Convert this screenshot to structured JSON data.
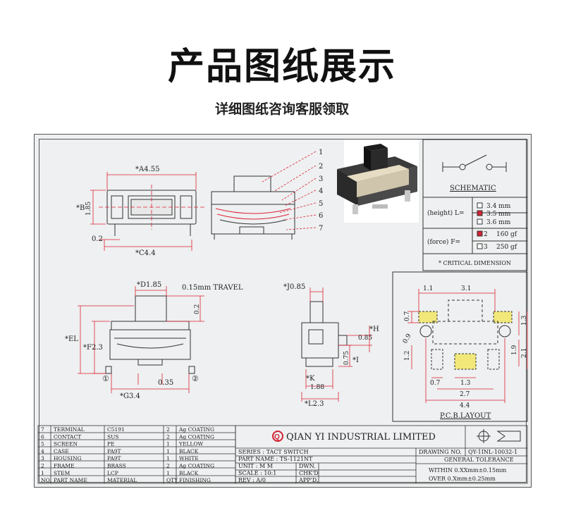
{
  "header": {
    "title": "产品图纸展示",
    "subtitle": "详细图纸咨询客服领取"
  },
  "drawing": {
    "top_view": {
      "dim_a": "*A4.55",
      "dim_b": "*B",
      "dim_b_val": "1.85",
      "dim_c": "*C4.4",
      "dim_pin": "0.2"
    },
    "callouts": [
      "1",
      "2",
      "3",
      "4",
      "5",
      "6",
      "7"
    ],
    "front_view": {
      "dim_d": "*D1.85",
      "travel": "0.15mm  TRAVEL",
      "dim_02": "0.2",
      "dim_e": "*EL",
      "dim_f": "*F2.3",
      "dim_035": "0.35",
      "dim_g": "*G3.4",
      "mark_1": "①",
      "mark_2": "②"
    },
    "side_view": {
      "dim_j": "*J0.85",
      "dim_h": "*H",
      "dim_085": "0.85",
      "dim_075": "0.75",
      "dim_i": "*I",
      "dim_k": "*K",
      "dim_188": "1.88",
      "dim_l": "*L2.3"
    },
    "schematic": {
      "label": "SCHEMATIC",
      "height_label": "(height) L=",
      "force_label": "(force) F=",
      "heights": [
        {
          "val": "3.4 mm",
          "selected": false
        },
        {
          "val": "3.5 mm",
          "selected": true
        },
        {
          "val": "3.6 mm",
          "selected": false
        }
      ],
      "forces": [
        {
          "num": "2",
          "val": "160 gf",
          "selected": true
        },
        {
          "num": "3",
          "val": "250 gf",
          "selected": false
        }
      ],
      "critical": "* CRITICAL  DIMENSION"
    },
    "pcb": {
      "dims_top": [
        "1.1",
        "3.1"
      ],
      "left": [
        "0.7",
        "0.9",
        "1.2"
      ],
      "right": [
        "1.3",
        "1.9",
        "2.1"
      ],
      "bottom": [
        "0.7",
        "1.3",
        "2.7",
        "4.4"
      ],
      "label": "P.C.B.LAYOUT"
    },
    "bom": [
      {
        "no": "7",
        "part": "TERMINAL",
        "material": "C5191",
        "qty": "2",
        "finish": "Ag COATING"
      },
      {
        "no": "6",
        "part": "CONTACT",
        "material": "SUS",
        "qty": "2",
        "finish": "Ag COATING"
      },
      {
        "no": "5",
        "part": "SCREEN",
        "material": "PE",
        "qty": "1",
        "finish": "YELLOW"
      },
      {
        "no": "4",
        "part": "CASE",
        "material": "PA9T",
        "qty": "1",
        "finish": "BLACK"
      },
      {
        "no": "3",
        "part": "HOUSING",
        "material": "PA9T",
        "qty": "1",
        "finish": "WHITE"
      },
      {
        "no": "2",
        "part": "FRAME",
        "material": "BRASS",
        "qty": "2",
        "finish": "Ag COATING"
      },
      {
        "no": "1",
        "part": "STEM",
        "material": "LCP",
        "qty": "1",
        "finish": "BLACK"
      }
    ],
    "bom_header": {
      "no": "NO.",
      "part": "PART NAME",
      "material": "MATERIAL",
      "qty": "QTY",
      "finish": "FINISHING"
    },
    "title_block": {
      "company": "QIAN  YI  INDUSTRIAL  LIMITED",
      "logo": "Q",
      "series": "SERIES : TACT SWITCH",
      "part_name": "PART NAME : TS-1121NT",
      "unit": "UNIT : M M",
      "dwn": "DWN.",
      "scale": "SCALE : 10:1",
      "chkd": "CHK'D",
      "rev": "REV   : A/0",
      "appd": "APP'D.",
      "drawing_no_label": "DRAWING NO.",
      "drawing_no": "QY-1INL-10032-1",
      "tolerance": "GENERAL TOLERANCE",
      "within": "WITHIN  0.XXmm±0.15mm",
      "over": "OVER   0.Xmm±0.25mm"
    }
  },
  "colors": {
    "accent": "#d22233",
    "highlight": "#f2e87a",
    "line": "#333333"
  }
}
